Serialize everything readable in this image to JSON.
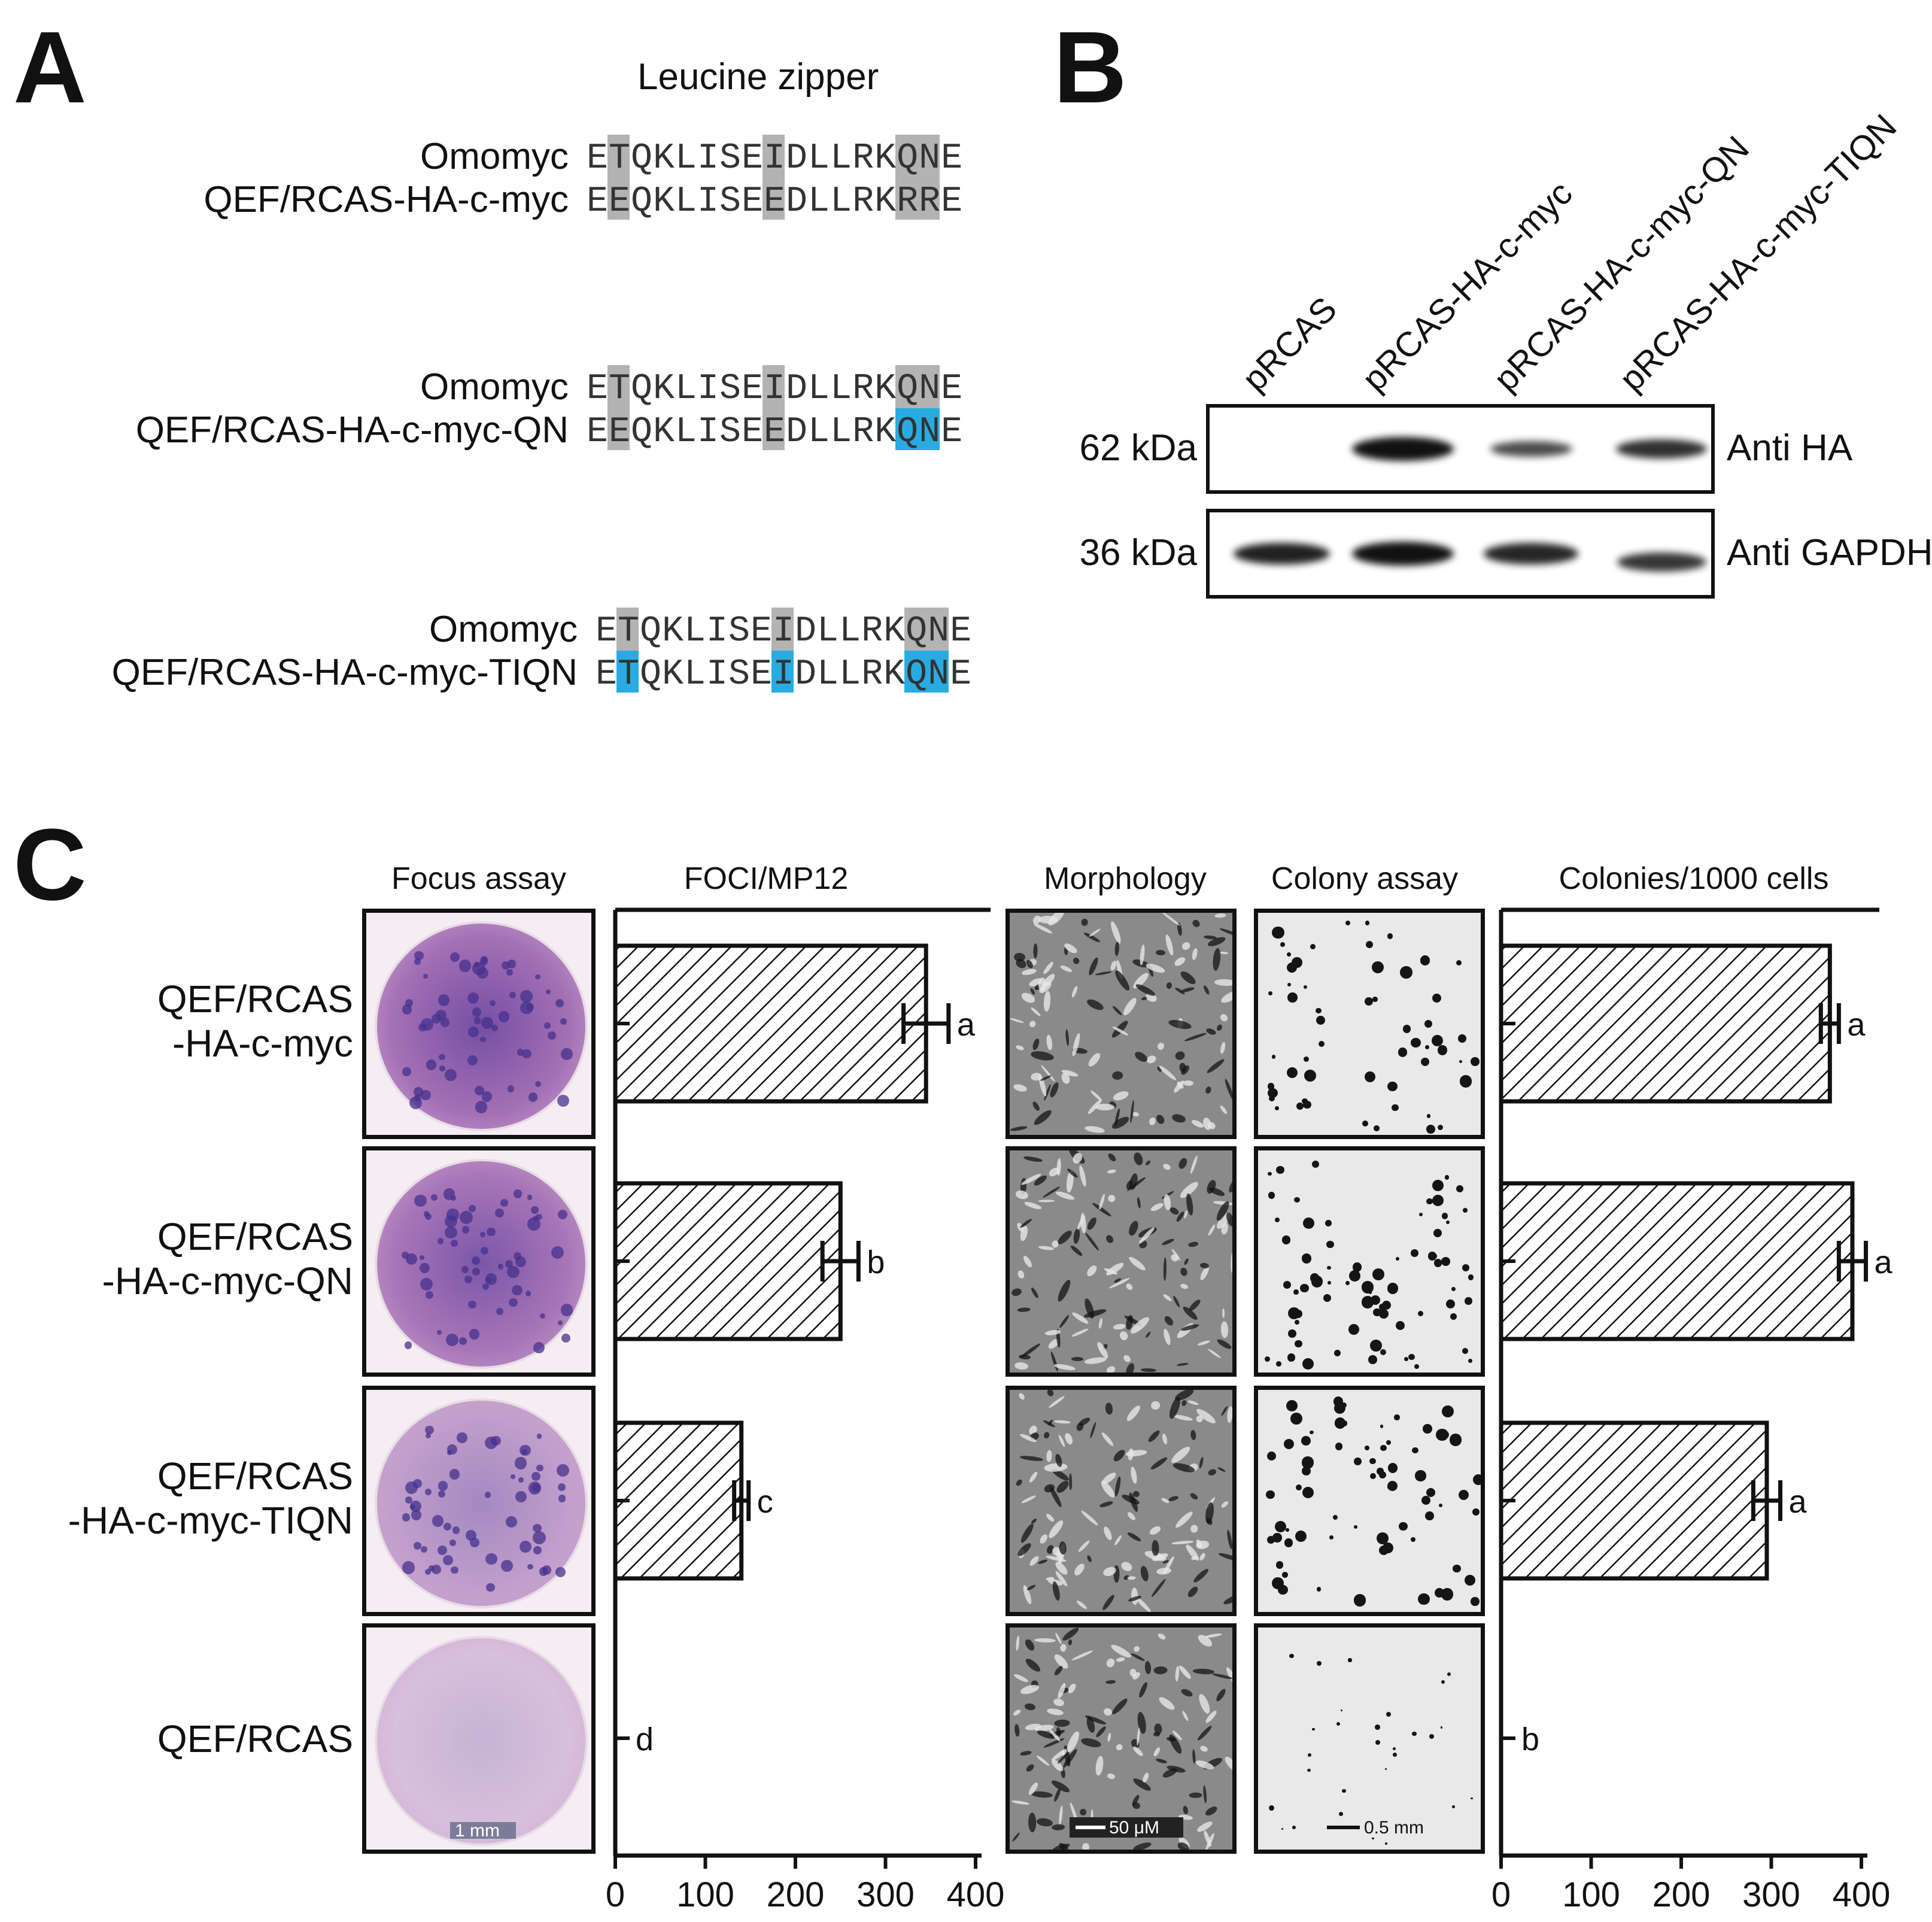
{
  "panel_a": {
    "letter": "A",
    "title": "Leucine zipper",
    "groups": [
      {
        "ref_label": "Omomyc",
        "ref_seq": "ETQKLISEIDLLRKQNE",
        "var_label": "QEF/RCAS-HA-c-myc",
        "var_seq": "EEQKLISEEDLLRKRRE",
        "highlight_positions": [
          1,
          8,
          14,
          15
        ],
        "var_highlight_color": [
          "gray",
          "gray",
          "gray",
          "gray"
        ]
      },
      {
        "ref_label": "Omomyc",
        "ref_seq": "ETQKLISEIDLLRKQNE",
        "var_label": "QEF/RCAS-HA-c-myc-QN",
        "var_seq": "EEQKLISEEDLLRKQNE",
        "highlight_positions": [
          1,
          8,
          14,
          15
        ],
        "var_highlight_color": [
          "gray",
          "gray",
          "blue",
          "blue"
        ]
      },
      {
        "ref_label": "Omomyc",
        "ref_seq": "ETQKLISEIDLLRKQNE",
        "var_label": "QEF/RCAS-HA-c-myc-TIQN",
        "var_seq": "ETQKLISEIDLLRKQNE",
        "highlight_positions": [
          1,
          8,
          14,
          15
        ],
        "var_highlight_color": [
          "blue",
          "blue",
          "blue",
          "blue"
        ]
      }
    ],
    "colors": {
      "gray": "#b3b3b3",
      "blue": "#29abe2"
    }
  },
  "panel_b": {
    "letter": "B",
    "lanes": [
      "pRCAS",
      "pRCAS-HA-c-myc",
      "pRCAS-HA-c-myc-QN",
      "pRCAS-HA-c-myc-TIQN"
    ],
    "blots": [
      {
        "mw": "62 kDa",
        "antibody": "Anti HA",
        "band_intensity": [
          0,
          1.0,
          0.45,
          0.7
        ]
      },
      {
        "mw": "36 kDa",
        "antibody": "Anti GAPDH",
        "band_intensity": [
          0.85,
          1.0,
          0.8,
          0.65
        ]
      }
    ]
  },
  "panel_c": {
    "letter": "C",
    "headers": {
      "focus": "Focus assay",
      "foci": "FOCI/MP12",
      "morph": "Morphology",
      "colony": "Colony assay",
      "colonies": "Colonies/1000 cells"
    },
    "rows": [
      {
        "label_line1": "QEF/RCAS",
        "label_line2": "-HA-c-myc"
      },
      {
        "label_line1": "QEF/RCAS",
        "label_line2": "-HA-c-myc-QN"
      },
      {
        "label_line1": "QEF/RCAS",
        "label_line2": "-HA-c-myc-TIQN"
      },
      {
        "label_line1": "QEF/RCAS",
        "label_line2": ""
      }
    ],
    "scale_bars": {
      "focus": "1 mm",
      "morph": "50 μM",
      "colony": "0.5 mm"
    },
    "dish_color": "#8e5aa6"
  },
  "chart_data": [
    {
      "type": "bar",
      "orientation": "horizontal",
      "title": "FOCI/MP12",
      "categories": [
        "QEF/RCAS-HA-c-myc",
        "QEF/RCAS-HA-c-myc-QN",
        "QEF/RCAS-HA-c-myc-TIQN",
        "QEF/RCAS"
      ],
      "values": [
        345,
        250,
        140,
        0
      ],
      "errors": [
        25,
        20,
        8,
        0
      ],
      "significance": [
        "a",
        "b",
        "c",
        "d"
      ],
      "xlim": [
        0,
        400
      ],
      "xticks": [
        0,
        100,
        200,
        300,
        400
      ]
    },
    {
      "type": "bar",
      "orientation": "horizontal",
      "title": "Colonies/1000 cells",
      "categories": [
        "QEF/RCAS-HA-c-myc",
        "QEF/RCAS-HA-c-myc-QN",
        "QEF/RCAS-HA-c-myc-TIQN",
        "QEF/RCAS"
      ],
      "values": [
        365,
        390,
        295,
        0
      ],
      "errors": [
        10,
        15,
        15,
        0
      ],
      "significance": [
        "a",
        "a",
        "a",
        "b"
      ],
      "xlim": [
        0,
        400
      ],
      "xticks": [
        0,
        100,
        200,
        300,
        400
      ]
    }
  ]
}
